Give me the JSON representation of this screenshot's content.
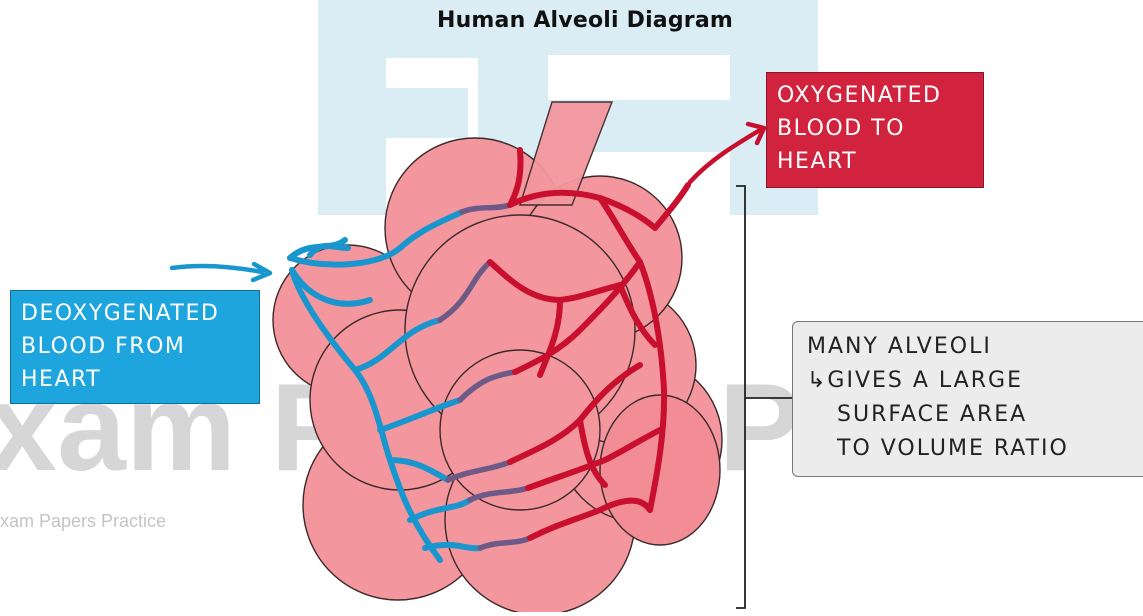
{
  "title": "Human Alveoli Diagram",
  "labels": {
    "oxygenated": [
      "OXYGENATED",
      "BLOOD TO",
      "HEART"
    ],
    "deoxygenated": [
      "DEOXYGENATED",
      "BLOOD FROM",
      "HEART"
    ],
    "alveoli_note": [
      "MANY ALVEOLI",
      "↳GIVES A LARGE",
      "SURFACE AREA",
      "TO VOLUME RATIO"
    ]
  },
  "watermark": {
    "large": "xam Papers Practice",
    "small": "xam Papers Practice"
  },
  "colors": {
    "oxygenated": "#d2233e",
    "deoxygenated": "#1ea5dd",
    "alveoli": "#f4969d",
    "artery_vessel": "#1a96cf",
    "vein_vessel": "#c8102e",
    "watermark_logo": "#d4e9f3"
  }
}
